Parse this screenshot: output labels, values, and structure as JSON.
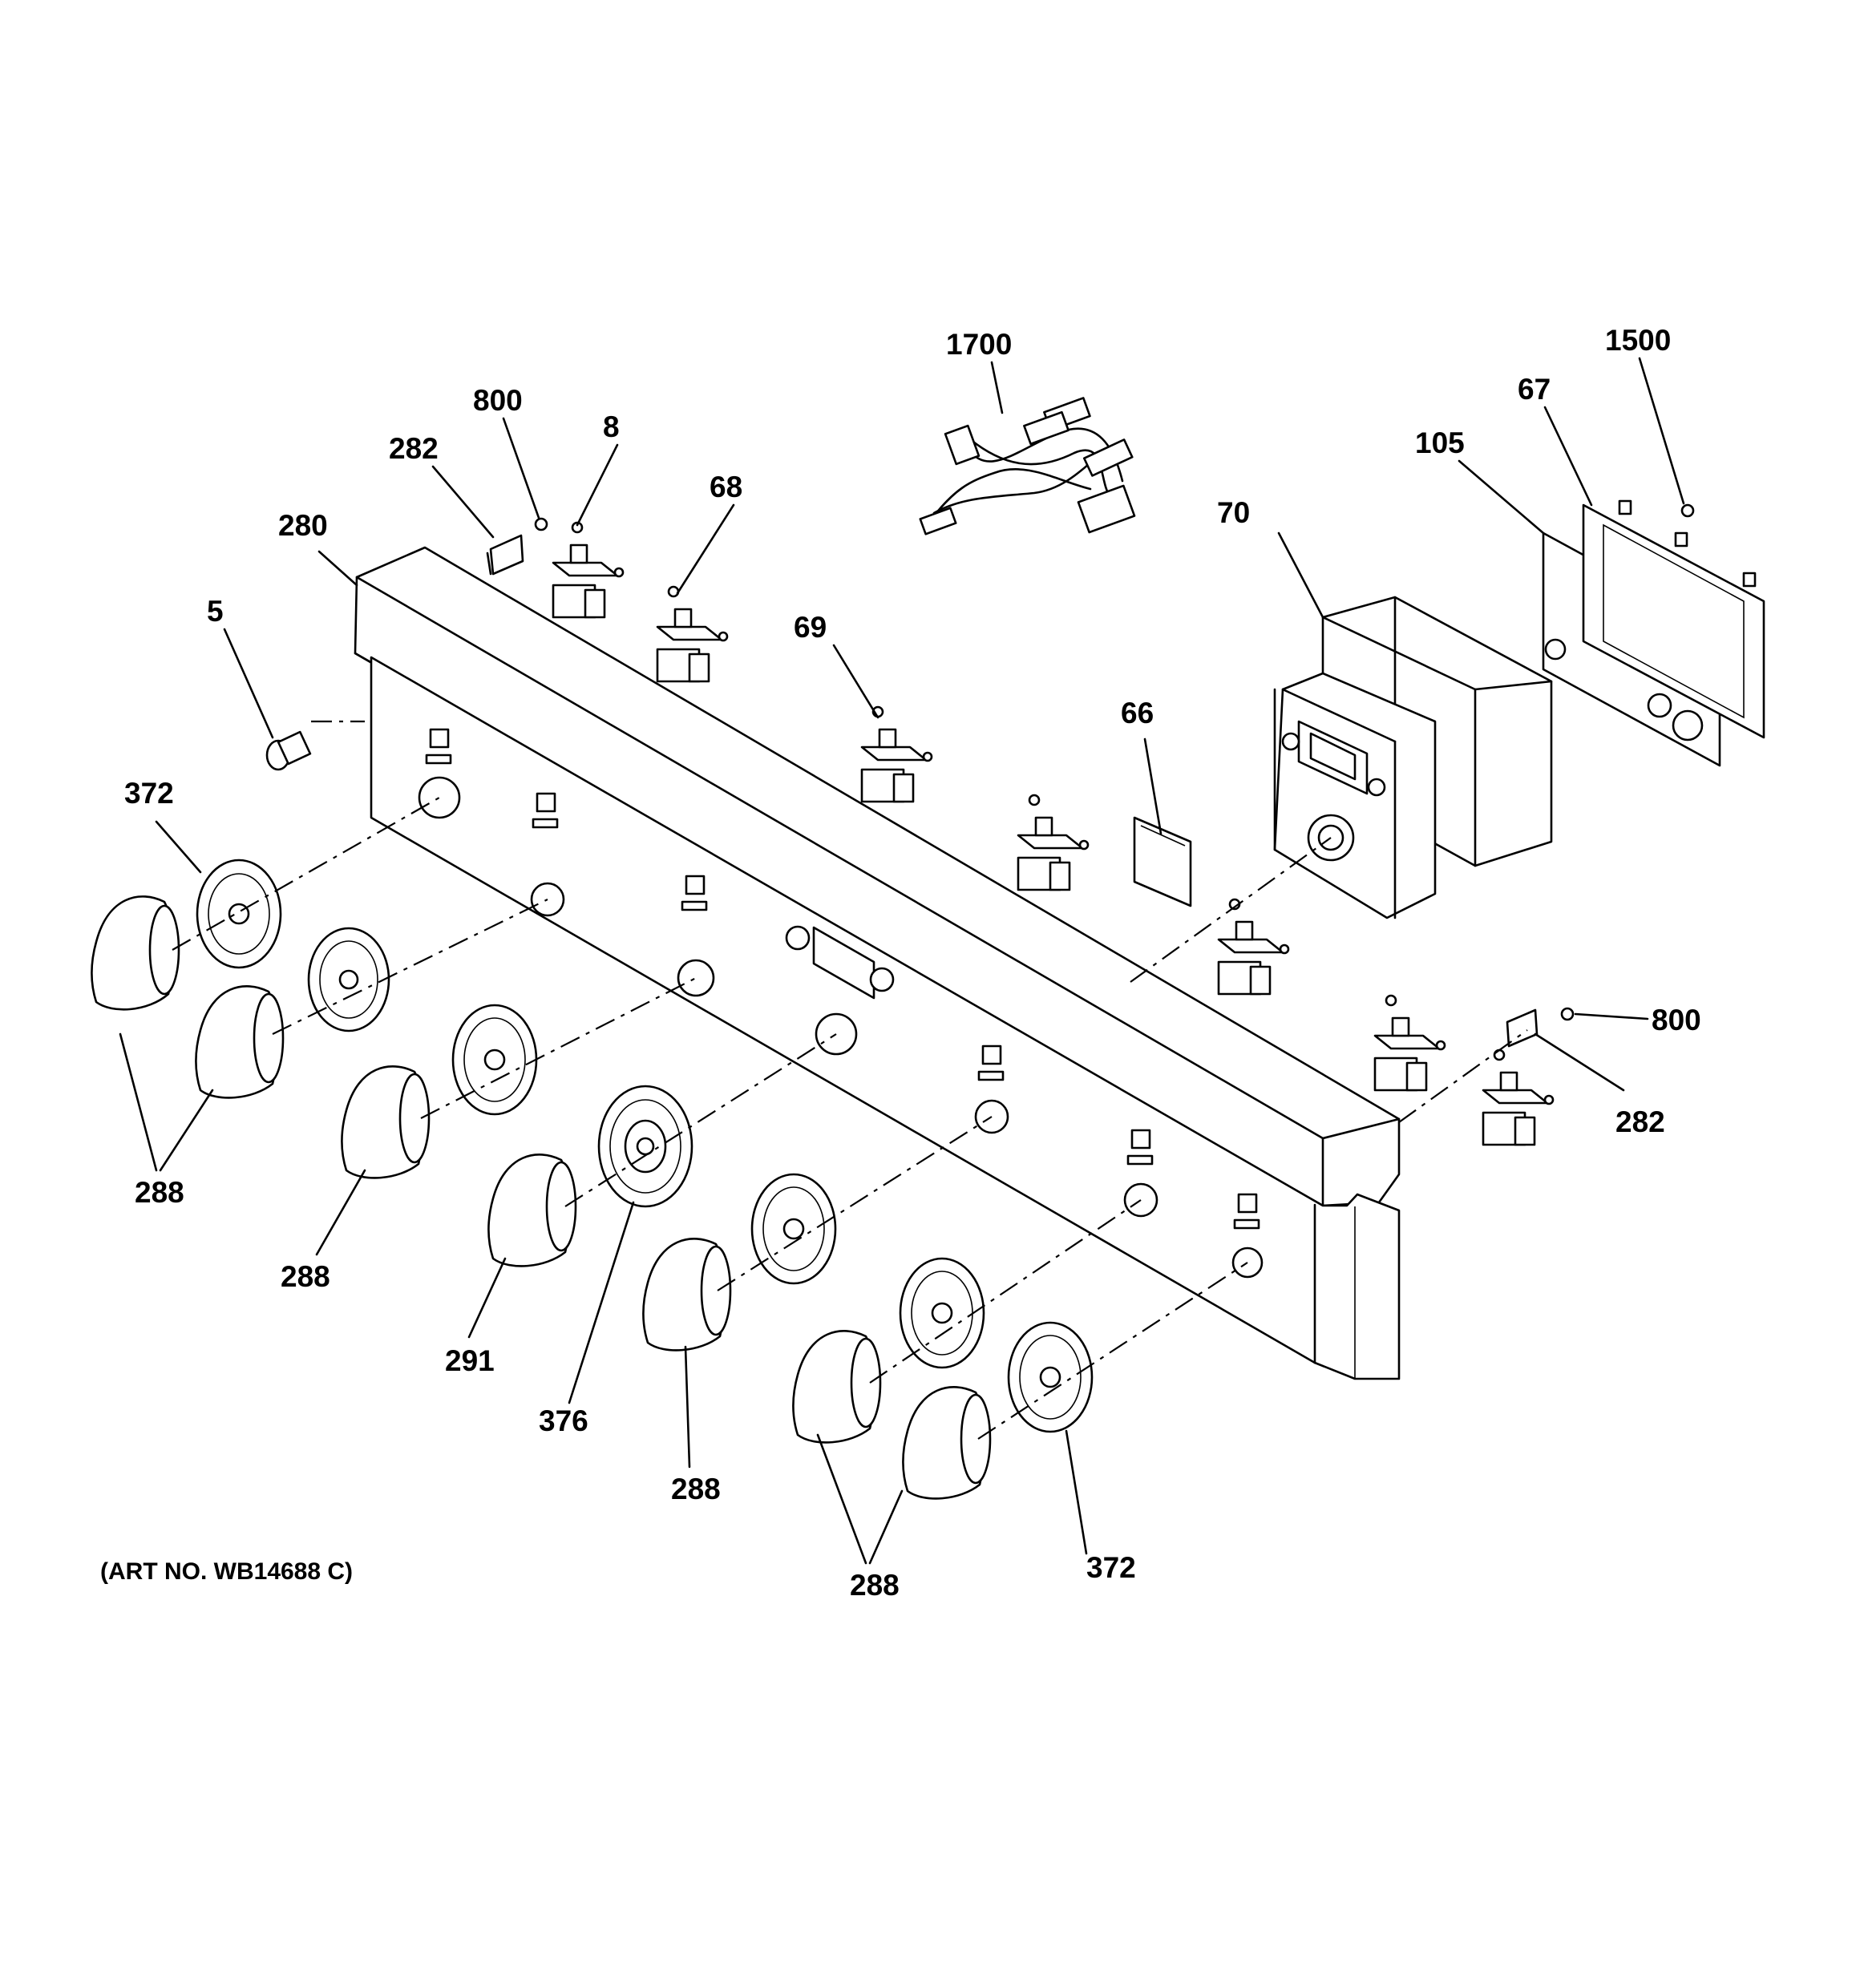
{
  "diagram": {
    "art_number": "(ART NO. WB14688 C)",
    "callouts": [
      {
        "id": "c-1700",
        "text": "1700"
      },
      {
        "id": "c-1500",
        "text": "1500"
      },
      {
        "id": "c-67",
        "text": "67"
      },
      {
        "id": "c-105",
        "text": "105"
      },
      {
        "id": "c-800-top",
        "text": "800"
      },
      {
        "id": "c-8",
        "text": "8"
      },
      {
        "id": "c-282-top",
        "text": "282"
      },
      {
        "id": "c-68",
        "text": "68"
      },
      {
        "id": "c-280",
        "text": "280"
      },
      {
        "id": "c-70",
        "text": "70"
      },
      {
        "id": "c-5",
        "text": "5"
      },
      {
        "id": "c-69",
        "text": "69"
      },
      {
        "id": "c-66",
        "text": "66"
      },
      {
        "id": "c-372-left",
        "text": "372"
      },
      {
        "id": "c-800-right",
        "text": "800"
      },
      {
        "id": "c-282-right",
        "text": "282"
      },
      {
        "id": "c-288-a",
        "text": "288"
      },
      {
        "id": "c-288-b",
        "text": "288"
      },
      {
        "id": "c-291",
        "text": "291"
      },
      {
        "id": "c-376",
        "text": "376"
      },
      {
        "id": "c-288-c",
        "text": "288"
      },
      {
        "id": "c-372-right",
        "text": "372"
      },
      {
        "id": "c-288-d",
        "text": "288"
      }
    ]
  }
}
